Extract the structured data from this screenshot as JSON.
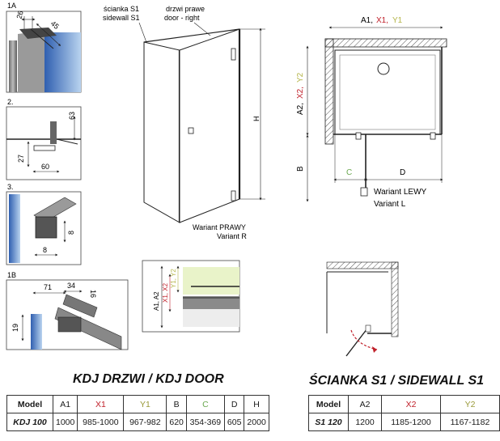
{
  "details": {
    "d1a": {
      "label": "1A",
      "dims": [
        "26",
        "45"
      ]
    },
    "d2": {
      "label": "2.",
      "dims": [
        "63",
        "27",
        "60"
      ]
    },
    "d3": {
      "label": "3.",
      "dims": [
        "8",
        "8"
      ]
    },
    "d1b": {
      "label": "1B",
      "dims": [
        "71",
        "34",
        "16",
        "19"
      ]
    }
  },
  "iso": {
    "sidewall_pl": "ścianka S1",
    "sidewall_en": "sidewall S1",
    "door_pl": "drzwi prawe",
    "door_en": "door - right",
    "h_label": "H",
    "variant_pl": "Wariant PRAWY",
    "variant_en": "Variant R"
  },
  "plan": {
    "top_a1": "A1,",
    "top_x1": "X1,",
    "top_y1": "Y1",
    "side_a2": "A2,",
    "side_x2": "X2,",
    "side_y2": "Y2",
    "b_label": "B",
    "c_label": "C",
    "d_label": "D",
    "variant_pl": "Wariant LEWY",
    "variant_en": "Variant L"
  },
  "section": {
    "a1a2": "A1, A2",
    "x1x2": "X1, X2",
    "y1y2": "Y1, Y2"
  },
  "colors": {
    "red": "#c0202a",
    "yellow": "#b5b54a",
    "green": "#6aa84f",
    "line": "#222222",
    "hatch": "#555555"
  },
  "door_table": {
    "title": "KDJ DRZWI / KDJ DOOR",
    "headers": [
      "Model",
      "A1",
      "X1",
      "Y1",
      "B",
      "C",
      "D",
      "H"
    ],
    "row": [
      "KDJ 100",
      "1000",
      "985-1000",
      "967-982",
      "620",
      "354-369",
      "605",
      "2000"
    ]
  },
  "sidewall_table": {
    "title": "ŚCIANKA S1 / SIDEWALL S1",
    "headers": [
      "Model",
      "A2",
      "X2",
      "Y2"
    ],
    "row": [
      "S1 120",
      "1200",
      "1185-1200",
      "1167-1182"
    ]
  }
}
